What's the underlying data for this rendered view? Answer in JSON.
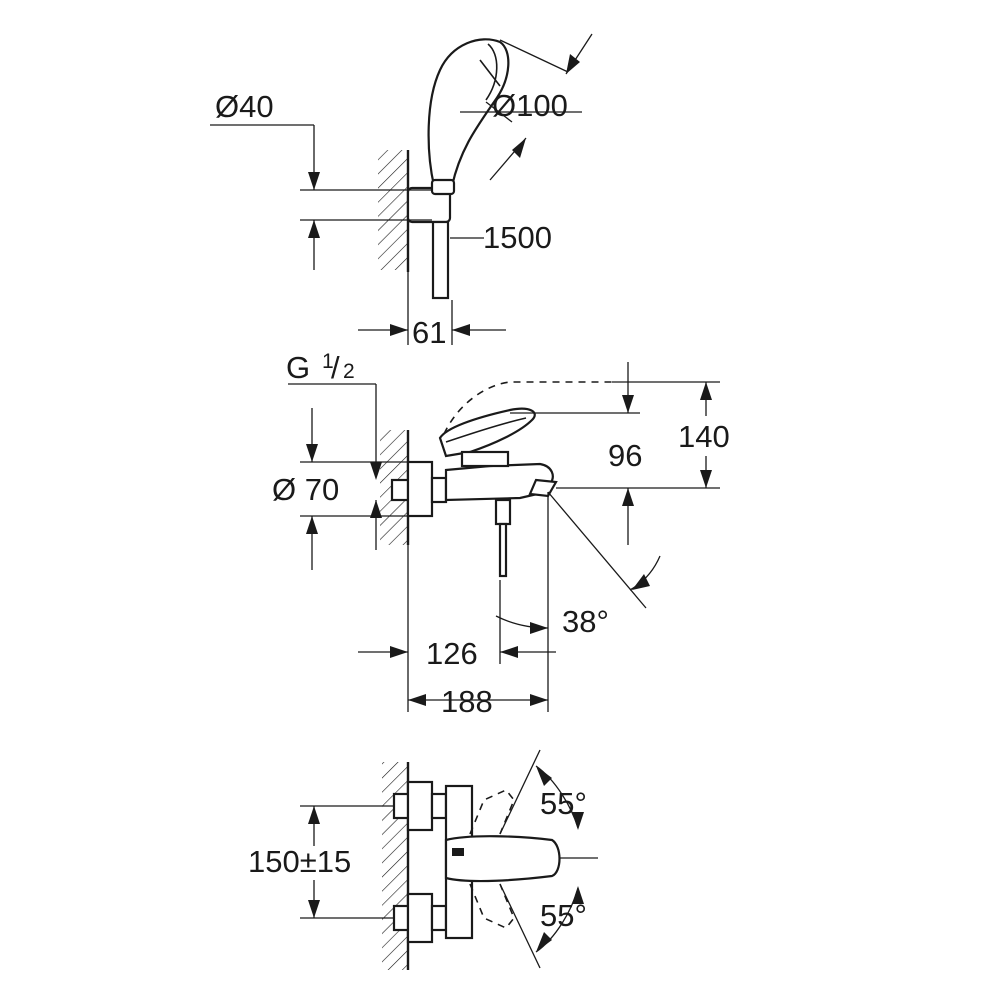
{
  "top_view": {
    "dia_40": "Ø40",
    "dia_100": "Ø100",
    "hose_length": "1500",
    "wall_offset": "61"
  },
  "middle_view": {
    "thread_G": "G",
    "thread_num": "1",
    "thread_den": "2",
    "dia_70": "Ø 70",
    "height_96": "96",
    "height_140": "140",
    "angle_38": "38°",
    "depth_126": "126",
    "depth_188": "188"
  },
  "bottom_view": {
    "spacing": "150±15",
    "angle_top": "55°",
    "angle_bottom": "55°"
  }
}
